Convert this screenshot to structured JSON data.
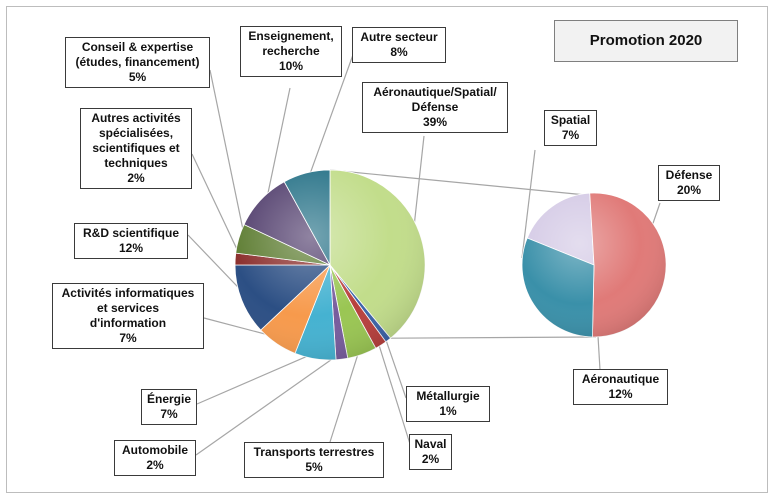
{
  "title": "Promotion 2020",
  "chart_data": {
    "type": "pie",
    "main": {
      "slices": [
        {
          "label": "Aéronautique/Spatial/\nDéfense",
          "value": 39,
          "pct": "39%",
          "color": "#c2dd8b"
        },
        {
          "label": "Métallurgie",
          "value": 1,
          "pct": "1%",
          "color": "#3c63a8"
        },
        {
          "label": "Naval",
          "value": 2,
          "pct": "2%",
          "color": "#b8403d"
        },
        {
          "label": "Transports terrestres",
          "value": 5,
          "pct": "5%",
          "color": "#9ac653"
        },
        {
          "label": "Automobile",
          "value": 2,
          "pct": "2%",
          "color": "#775c9d"
        },
        {
          "label": "Énergie",
          "value": 7,
          "pct": "7%",
          "color": "#45b2d1"
        },
        {
          "label": "Activités informatiques\net services\nd'information",
          "value": 7,
          "pct": "7%",
          "color": "#f79a4c"
        },
        {
          "label": "R&D scientifique",
          "value": 12,
          "pct": "12%",
          "color": "#2c4f84"
        },
        {
          "label": "Autres activités\nspécialisées,\nscientifiques et\ntechniques",
          "value": 2,
          "pct": "2%",
          "color": "#8b2f2d"
        },
        {
          "label": "Conseil & expertise\n(études, financement)",
          "value": 5,
          "pct": "5%",
          "color": "#5f7e34"
        },
        {
          "label": "Enseignement,\nrecherche",
          "value": 10,
          "pct": "10%",
          "color": "#54416f"
        },
        {
          "label": "Autre secteur",
          "value": 8,
          "pct": "8%",
          "color": "#2a7489"
        }
      ]
    },
    "secondary": {
      "slices": [
        {
          "label": "Spatial",
          "value": 7,
          "pct": "7%",
          "color": "#d5cbe6"
        },
        {
          "label": "Défense",
          "value": 20,
          "pct": "20%",
          "color": "#e07a78"
        },
        {
          "label": "Aéronautique",
          "value": 12,
          "pct": "12%",
          "color": "#3a90a9"
        }
      ]
    }
  }
}
